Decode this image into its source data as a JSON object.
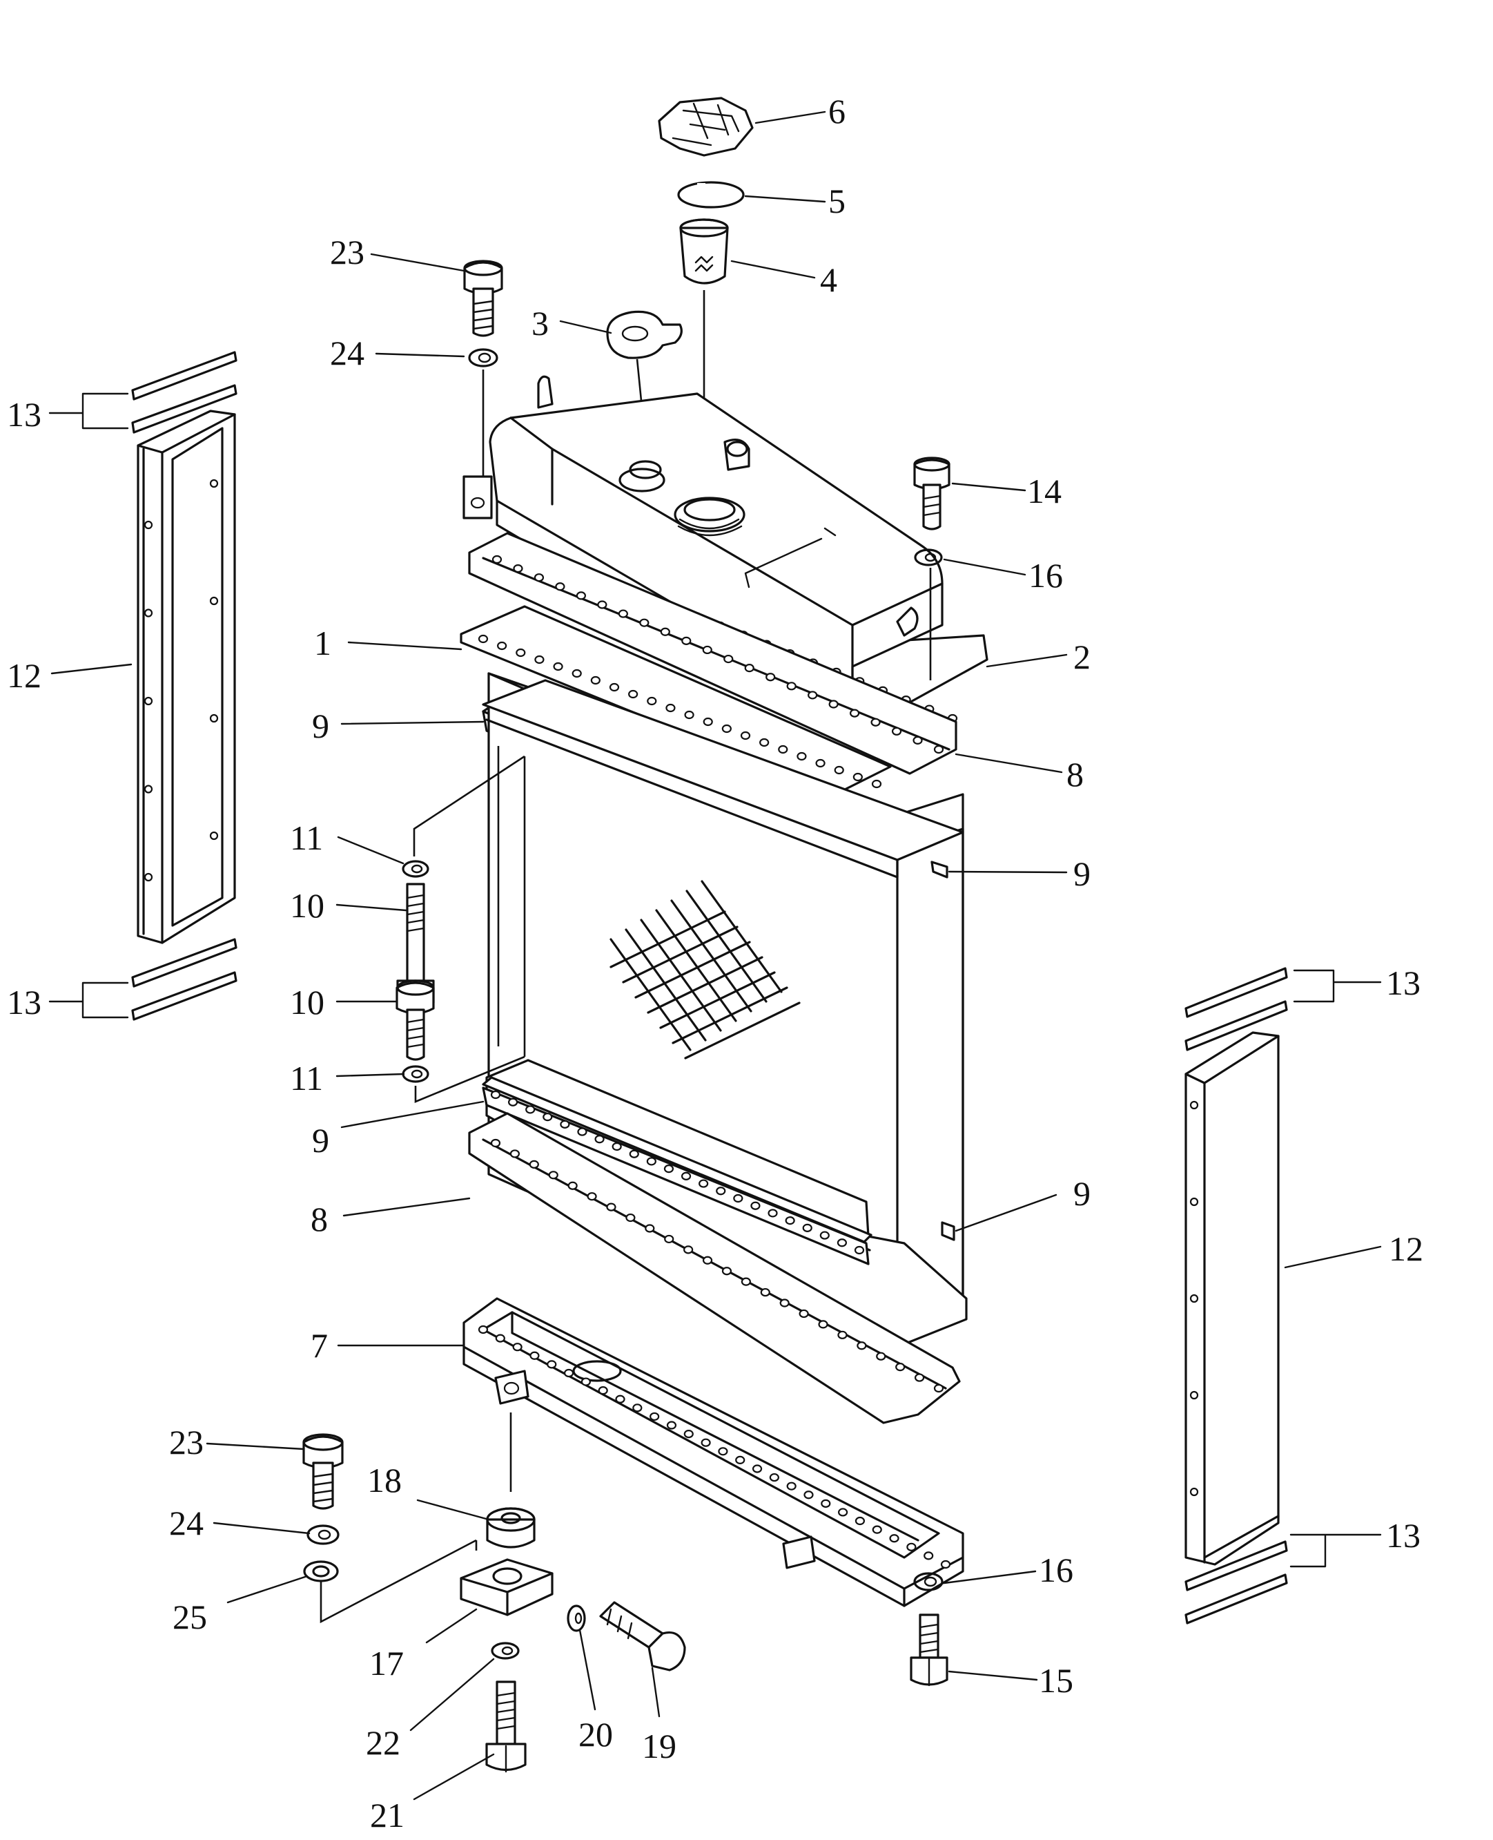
{
  "diagram": {
    "callouts": [
      {
        "id": "c-1",
        "text": "1"
      },
      {
        "id": "c-2",
        "text": "2"
      },
      {
        "id": "c-3",
        "text": "3"
      },
      {
        "id": "c-4",
        "text": "4"
      },
      {
        "id": "c-5",
        "text": "5"
      },
      {
        "id": "c-6",
        "text": "6"
      },
      {
        "id": "c-7",
        "text": "7"
      },
      {
        "id": "c-8a",
        "text": "8"
      },
      {
        "id": "c-8b",
        "text": "8"
      },
      {
        "id": "c-9a",
        "text": "9"
      },
      {
        "id": "c-9b",
        "text": "9"
      },
      {
        "id": "c-9c",
        "text": "9"
      },
      {
        "id": "c-9d",
        "text": "9"
      },
      {
        "id": "c-10a",
        "text": "10"
      },
      {
        "id": "c-10b",
        "text": "10"
      },
      {
        "id": "c-11a",
        "text": "11"
      },
      {
        "id": "c-11b",
        "text": "11"
      },
      {
        "id": "c-12a",
        "text": "12"
      },
      {
        "id": "c-12b",
        "text": "12"
      },
      {
        "id": "c-13a",
        "text": "13"
      },
      {
        "id": "c-13b",
        "text": "13"
      },
      {
        "id": "c-13c",
        "text": "13"
      },
      {
        "id": "c-13d",
        "text": "13"
      },
      {
        "id": "c-14",
        "text": "14"
      },
      {
        "id": "c-15",
        "text": "15"
      },
      {
        "id": "c-16a",
        "text": "16"
      },
      {
        "id": "c-16b",
        "text": "16"
      },
      {
        "id": "c-17",
        "text": "17"
      },
      {
        "id": "c-18",
        "text": "18"
      },
      {
        "id": "c-19",
        "text": "19"
      },
      {
        "id": "c-20",
        "text": "20"
      },
      {
        "id": "c-21",
        "text": "21"
      },
      {
        "id": "c-22",
        "text": "22"
      },
      {
        "id": "c-23a",
        "text": "23"
      },
      {
        "id": "c-23b",
        "text": "23"
      },
      {
        "id": "c-24a",
        "text": "24"
      },
      {
        "id": "c-24b",
        "text": "24"
      },
      {
        "id": "c-25",
        "text": "25"
      }
    ]
  }
}
